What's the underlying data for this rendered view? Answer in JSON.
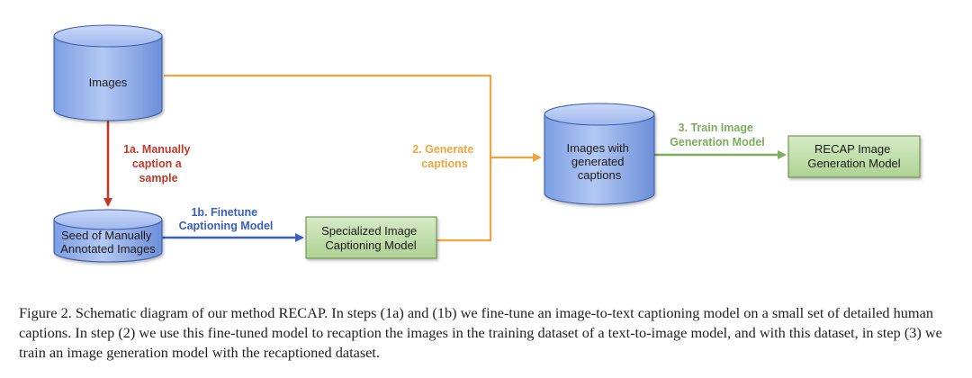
{
  "diagram": {
    "nodes": {
      "images": {
        "lines": [
          "Images"
        ]
      },
      "seed": {
        "lines": [
          "Seed of Manually",
          "Annotated Images"
        ]
      },
      "specialized_model": {
        "lines": [
          "Specialized Image",
          "Captioning Model"
        ]
      },
      "images_with_captions": {
        "lines": [
          "Images with",
          "generated",
          "captions"
        ]
      },
      "recap_model": {
        "lines": [
          "RECAP Image",
          "Generation Model"
        ]
      }
    },
    "edges": {
      "step_1a": {
        "lines": [
          "1a. Manually",
          "caption a",
          "sample"
        ],
        "color": "#c0392b"
      },
      "step_1b": {
        "lines": [
          "1b. Finetune",
          "Captioning Model"
        ],
        "color": "#3a5fbf"
      },
      "step_2": {
        "lines": [
          "2. Generate",
          "captions"
        ],
        "color": "#f0a640"
      },
      "step_3": {
        "lines": [
          "3. Train Image",
          "Generation Model"
        ],
        "color": "#7cae5c"
      }
    }
  },
  "caption": "Figure 2. Schematic diagram of our method RECAP. In steps (1a) and (1b) we fine-tune an image-to-text captioning model on a small set of detailed human captions. In step (2) we use this fine-tuned model to recaption the images in the training dataset of a text-to-image model, and with this dataset, in step (3) we train an image generation model with the recaptioned dataset."
}
